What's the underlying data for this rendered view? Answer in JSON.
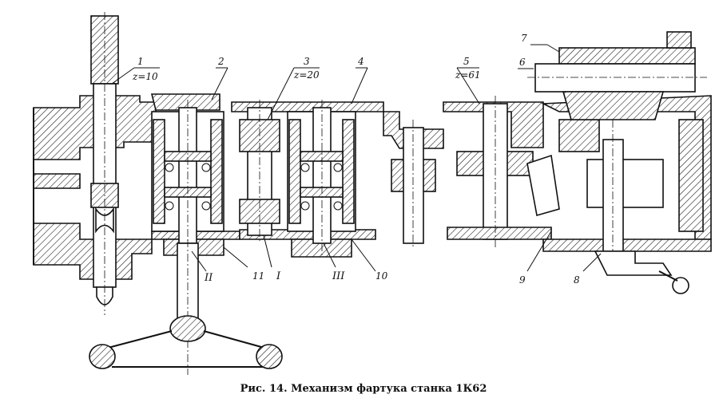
{
  "caption": "Рис. 14. Механизм фартука станка 1К62",
  "labels": {
    "l1": "1",
    "l1z": "z=10",
    "l2": "2",
    "l3": "3",
    "l3z": "z=20",
    "l4": "4",
    "l5": "5",
    "l5z": "z=61",
    "l6": "6",
    "l7": "7",
    "l8": "8",
    "l9": "9",
    "l10": "10",
    "l11": "11",
    "rII": "II",
    "rI": "I",
    "rIII": "III"
  }
}
